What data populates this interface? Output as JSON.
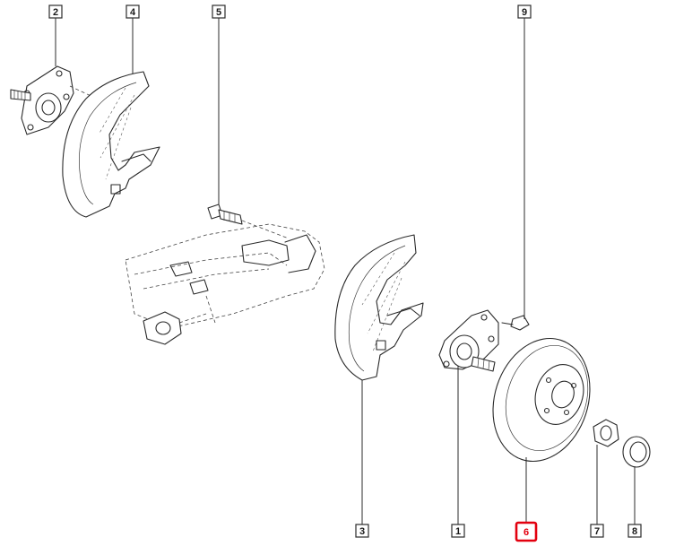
{
  "callouts": {
    "c1": "1",
    "c2": "2",
    "c3": "3",
    "c4": "4",
    "c5": "5",
    "c6": "6",
    "c7": "7",
    "c8": "8",
    "c9": "9"
  },
  "highlight": {
    "part": "6",
    "color": "#e3000f"
  },
  "colors": {
    "line": "#2a2a2a",
    "background": "#ffffff"
  }
}
